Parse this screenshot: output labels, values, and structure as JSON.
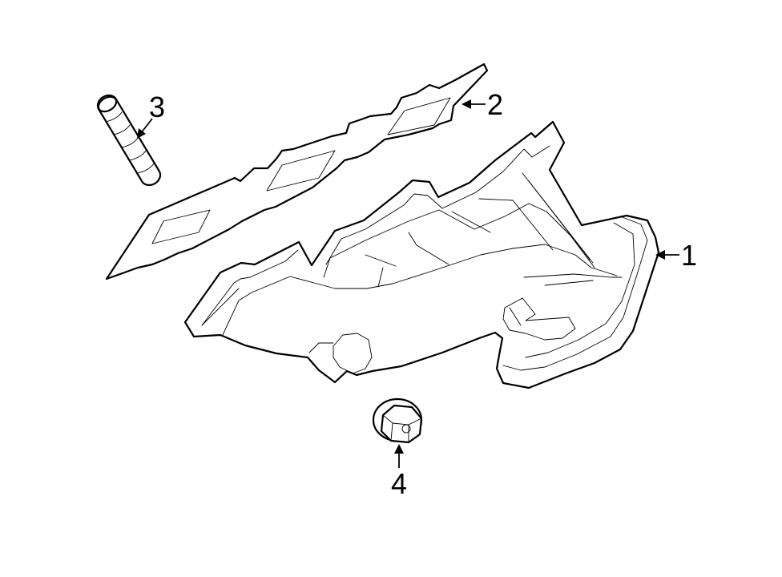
{
  "diagram": {
    "callouts": [
      {
        "id": "1",
        "label": "1",
        "part": "heat-shield"
      },
      {
        "id": "2",
        "label": "2",
        "part": "gasket"
      },
      {
        "id": "3",
        "label": "3",
        "part": "stud"
      },
      {
        "id": "4",
        "label": "4",
        "part": "nut"
      }
    ],
    "colors": {
      "line": "#000000",
      "background": "#ffffff"
    }
  }
}
